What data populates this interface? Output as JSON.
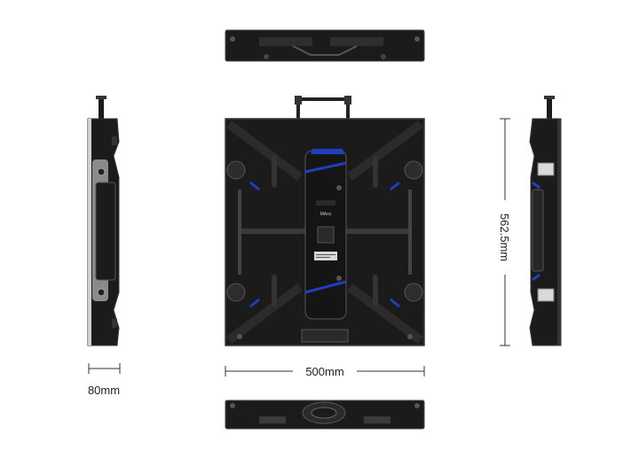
{
  "dimensions": {
    "depth": "80mm",
    "width": "500mm",
    "height": "562.5mm"
  },
  "views": [
    "top-view",
    "front-back-view",
    "left-side-view",
    "right-side-view",
    "bottom-view"
  ],
  "colors": {
    "cabinet": "#1b1b1b",
    "cabinet_edge": "#3a3a3a",
    "accent_blue": "#1e3fbf",
    "dimension_line": "#333333"
  },
  "product_badge": "MAxx"
}
